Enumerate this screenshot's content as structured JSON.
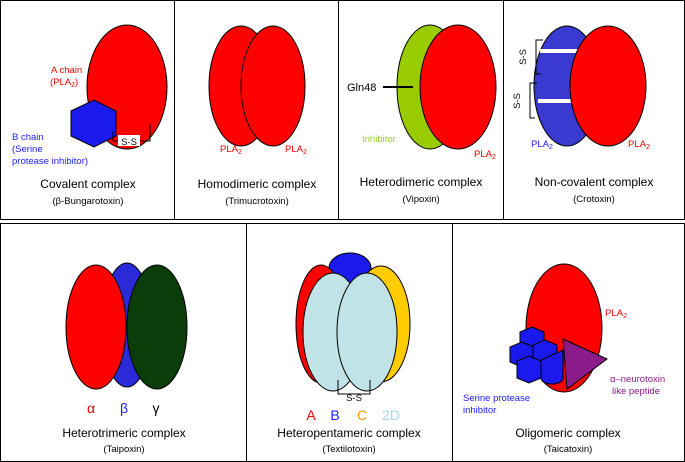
{
  "colors": {
    "red": "#ff0000",
    "blue": "#1a1aee",
    "blue_mid": "#3a3ad0",
    "green": "#99cc00",
    "dark_green": "#0b3d0b",
    "yellow": "#ffcc00",
    "light_blue": "#bfe3e6",
    "purple": "#8b1a8b",
    "label_red": "#ee0000",
    "label_blue": "#2020ff",
    "label_green": "#9acd32",
    "label_orange": "#ff9900",
    "label_lightblue": "#a8d8e8"
  },
  "panels": [
    {
      "id": "covalent",
      "title": "Covalent complex",
      "source": "(β-Bungarotoxin)",
      "a_chain_1": "A chain",
      "a_chain_2": "(PLA",
      "a_chain_sub": "2",
      "a_chain_close": ")",
      "b_chain_1": "B chain",
      "b_chain_2": "(Serine",
      "b_chain_3": "protease inhibitor)",
      "bond": "S-S"
    },
    {
      "id": "homodimeric",
      "title": "Homodimeric complex",
      "source": "(Trimucrotoxin)",
      "left_label": "PLA",
      "right_label": "PLA",
      "sub": "2"
    },
    {
      "id": "heterodimeric",
      "title": "Heterodimeric complex",
      "source": "(Vipoxin)",
      "residue": "Gln48",
      "inhibitor": "Inhibitor",
      "pla_label": "PLA",
      "sub": "2"
    },
    {
      "id": "noncovalent",
      "title": "Non-covalent complex",
      "source": "(Crotoxin)",
      "bond_top": "S-S",
      "bond_bottom": "S-S",
      "left_label": "PLA",
      "right_label": "PLA",
      "sub": "2"
    },
    {
      "id": "heterotrimeric",
      "title": "Heterotrimeric complex",
      "source": "(Taipoxin)",
      "subunits": [
        "α",
        "β",
        "γ"
      ]
    },
    {
      "id": "heteropentameric",
      "title": "Heteropentameric complex",
      "source": "(Textilotoxin)",
      "bond": "S-S",
      "subunits": [
        "A",
        "B",
        "C",
        "2D"
      ]
    },
    {
      "id": "oligomeric",
      "title": "Oligomeric complex",
      "source": "(Taicatoxin)",
      "pla_label": "PLA",
      "sub": "2",
      "inhibitor_1": "Serine protease",
      "inhibitor_2": "inhibitor",
      "neuro_1": "α–neurotoxin",
      "neuro_2": "like peptide"
    }
  ]
}
